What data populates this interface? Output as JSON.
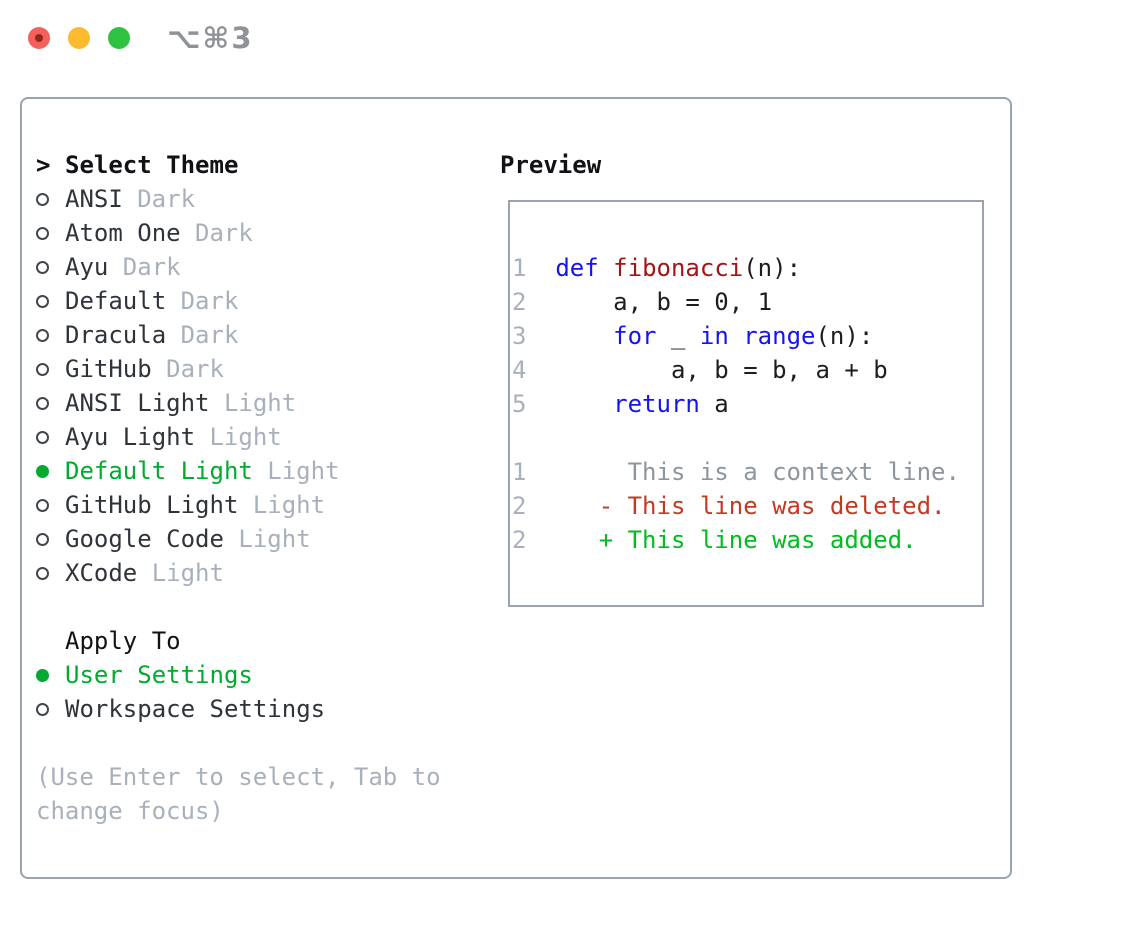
{
  "window": {
    "title_shortcut": "⌥⌘3"
  },
  "theme_list": {
    "header_prefix": ">",
    "header": "Select Theme",
    "items": [
      {
        "name": "ANSI",
        "variant": "Dark",
        "selected": false
      },
      {
        "name": "Atom One",
        "variant": "Dark",
        "selected": false
      },
      {
        "name": "Ayu",
        "variant": "Dark",
        "selected": false
      },
      {
        "name": "Default",
        "variant": "Dark",
        "selected": false
      },
      {
        "name": "Dracula",
        "variant": "Dark",
        "selected": false
      },
      {
        "name": "GitHub",
        "variant": "Dark",
        "selected": false
      },
      {
        "name": "ANSI Light",
        "variant": "Light",
        "selected": false
      },
      {
        "name": "Ayu Light",
        "variant": "Light",
        "selected": false
      },
      {
        "name": "Default Light",
        "variant": "Light",
        "selected": true
      },
      {
        "name": "GitHub Light",
        "variant": "Light",
        "selected": false
      },
      {
        "name": "Google Code",
        "variant": "Light",
        "selected": false
      },
      {
        "name": "XCode",
        "variant": "Light",
        "selected": false
      }
    ]
  },
  "apply_to": {
    "header": "Apply To",
    "options": [
      {
        "name": "User Settings",
        "selected": true
      },
      {
        "name": "Workspace Settings",
        "selected": false
      }
    ]
  },
  "hint": {
    "line1": "(Use Enter to select, Tab to",
    "line2": "change focus)"
  },
  "preview": {
    "header": "Preview",
    "code_lines": [
      {
        "num": "1",
        "segments": [
          {
            "t": "def",
            "c": "keyword"
          },
          {
            "t": " ",
            "c": "plain"
          },
          {
            "t": "fibonacci",
            "c": "function"
          },
          {
            "t": "(n):",
            "c": "plain"
          }
        ]
      },
      {
        "num": "2",
        "segments": [
          {
            "t": "    a, b = 0, 1",
            "c": "plain"
          }
        ]
      },
      {
        "num": "3",
        "segments": [
          {
            "t": "    ",
            "c": "plain"
          },
          {
            "t": "for",
            "c": "keyword"
          },
          {
            "t": " _ ",
            "c": "plain"
          },
          {
            "t": "in",
            "c": "keyword"
          },
          {
            "t": " ",
            "c": "plain"
          },
          {
            "t": "range",
            "c": "keyword"
          },
          {
            "t": "(n):",
            "c": "plain"
          }
        ]
      },
      {
        "num": "4",
        "segments": [
          {
            "t": "        a, b = b, a + b",
            "c": "plain"
          }
        ]
      },
      {
        "num": "5",
        "segments": [
          {
            "t": "    ",
            "c": "plain"
          },
          {
            "t": "return",
            "c": "keyword"
          },
          {
            "t": " a",
            "c": "plain"
          }
        ]
      }
    ],
    "diff_lines": [
      {
        "num": "1",
        "marker": " ",
        "text": "This is a context line.",
        "kind": "context"
      },
      {
        "num": "2",
        "marker": "-",
        "text": "This line was deleted.",
        "kind": "deleted"
      },
      {
        "num": "2",
        "marker": "+",
        "text": "This line was added.",
        "kind": "added"
      }
    ]
  },
  "colors": {
    "accent-green": "#00ab30",
    "keyword-blue": "#1414ef",
    "function-red": "#a31515",
    "deleted-red": "#c43a21",
    "added-green": "#00bd1f",
    "muted-gray": "#a8b1bb",
    "context-gray": "#8d959d",
    "border-gray": "#9aa3ae",
    "text-dark": "#2f343b",
    "traffic-red": "#f4605a",
    "traffic-red-dot": "#8d2a20",
    "traffic-yellow": "#fcbb2f",
    "traffic-green": "#2dc23f",
    "title-gray": "#8f9298"
  }
}
